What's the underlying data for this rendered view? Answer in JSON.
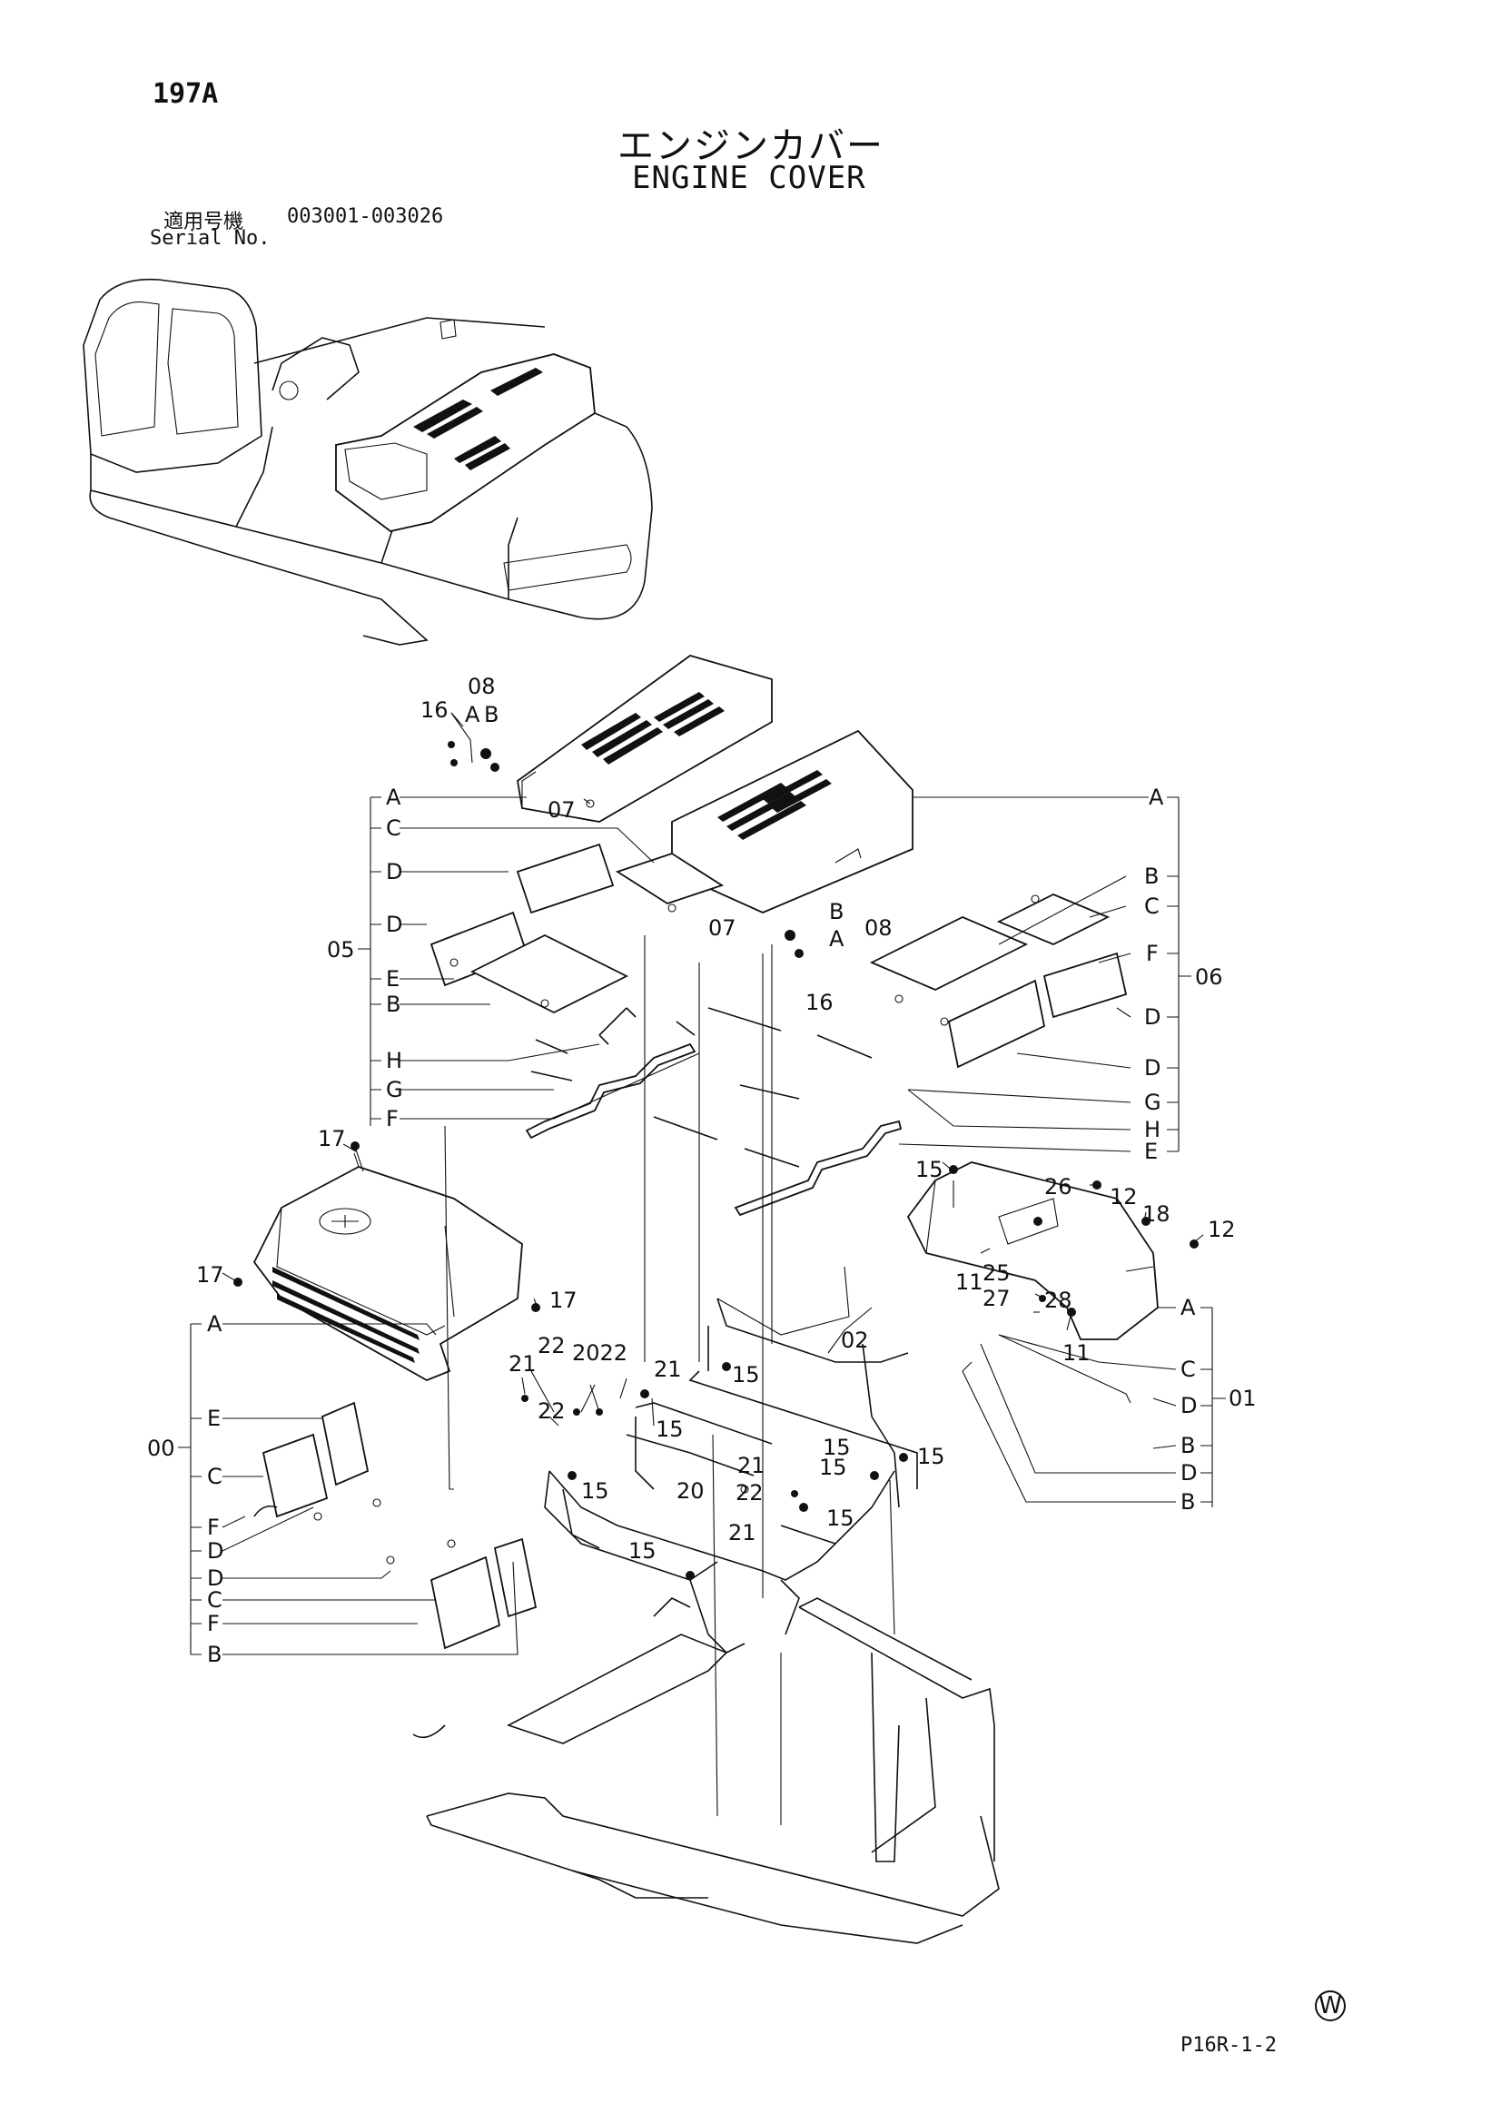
{
  "header": {
    "page_number": "197A",
    "title_jp": "エンジンカバー",
    "title_en": "ENGINE COVER",
    "serial_label_jp": "適用号機",
    "serial_range": "003001-003026",
    "serial_label_en": "Serial No."
  },
  "footer": {
    "watermark": "W",
    "figure_code": "P16R-1-2"
  },
  "callouts": {
    "c08_top": "08",
    "a_top": "A",
    "b_top": "B",
    "c16_top": "16",
    "c07_top": "07",
    "c07_mid": "07",
    "b_mid": "B",
    "a_mid": "A",
    "c08_mid": "08",
    "c16_mid": "16",
    "g05": {
      "num": "05",
      "letters": [
        "A",
        "C",
        "D",
        "D",
        "E",
        "B",
        "H",
        "G",
        "F"
      ]
    },
    "g06": {
      "num": "06",
      "letters": [
        "A",
        "B",
        "C",
        "F",
        "D",
        "D",
        "G",
        "H",
        "E"
      ]
    },
    "g00": {
      "num": "00",
      "letters": [
        "A",
        "E",
        "C",
        "F",
        "D",
        "D",
        "C",
        "F",
        "B"
      ]
    },
    "g01": {
      "num": "01",
      "letters": [
        "A",
        "C",
        "D",
        "B",
        "D",
        "B"
      ]
    },
    "c17a": "17",
    "c17b": "17",
    "c17c": "17",
    "c15_top": "15",
    "c26": "26",
    "c12a": "12",
    "c18": "18",
    "c12b": "12",
    "c11a": "11",
    "c25": "25",
    "c27": "27",
    "c28": "28",
    "c11b": "11",
    "c02": "02",
    "c21a": "21",
    "c22a": "22",
    "c2022": "2022",
    "c22b": "22",
    "c21b": "21",
    "c15a": "15",
    "c15b": "15",
    "c15c": "15",
    "c15d": "15",
    "c15e": "15",
    "c15f": "15",
    "c21c": "21",
    "c20": "20",
    "c22c": "22",
    "c21d": "21",
    "c15g": "15",
    "c15h": "15"
  }
}
